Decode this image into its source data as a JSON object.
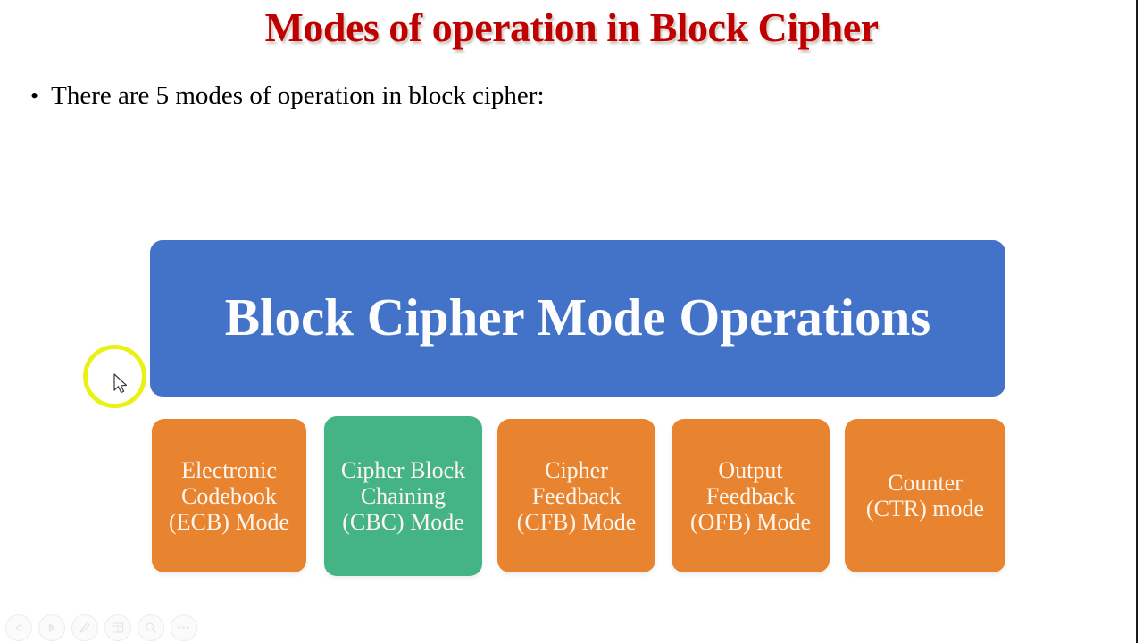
{
  "slide": {
    "title": "Modes of operation in Block Cipher",
    "title_color": "#c00000",
    "background_color": "#ffffff",
    "bullet": {
      "marker": "•",
      "text": "There are 5 modes of operation in block cipher:"
    }
  },
  "diagram": {
    "banner": {
      "label": "Block Cipher Mode Operations",
      "fill_color": "#4273c8",
      "text_color": "#fdfdff"
    },
    "modes": [
      {
        "id": "ecb",
        "label": "Electronic\nCodebook\n(ECB) Mode",
        "abbreviation": "ECB",
        "fill_color": "#e8832f",
        "highlighted": false
      },
      {
        "id": "cbc",
        "label": "Cipher Block\nChaining\n(CBC) Mode",
        "abbreviation": "CBC",
        "fill_color": "#45b484",
        "highlighted": true
      },
      {
        "id": "cfb",
        "label": "Cipher\nFeedback\n(CFB) Mode",
        "abbreviation": "CFB",
        "fill_color": "#e8832f",
        "highlighted": false
      },
      {
        "id": "ofb",
        "label": "Output\nFeedback\n(OFB) Mode",
        "abbreviation": "OFB",
        "fill_color": "#e8832f",
        "highlighted": false
      },
      {
        "id": "ctr",
        "label": "Counter\n(CTR) mode",
        "abbreviation": "CTR",
        "fill_color": "#e8832f",
        "highlighted": false
      }
    ]
  },
  "cursor": {
    "highlight_color": "#eaf215",
    "shape": "arrow-pointer"
  },
  "toolbar": {
    "items": [
      {
        "id": "previous",
        "icon": "previous-slide-icon"
      },
      {
        "id": "next",
        "icon": "next-slide-icon"
      },
      {
        "id": "pen",
        "icon": "pen-icon"
      },
      {
        "id": "slides",
        "icon": "slides-grid-icon"
      },
      {
        "id": "zoom",
        "icon": "magnifier-icon"
      },
      {
        "id": "more",
        "icon": "more-options-icon",
        "glyph": "•••"
      }
    ]
  }
}
